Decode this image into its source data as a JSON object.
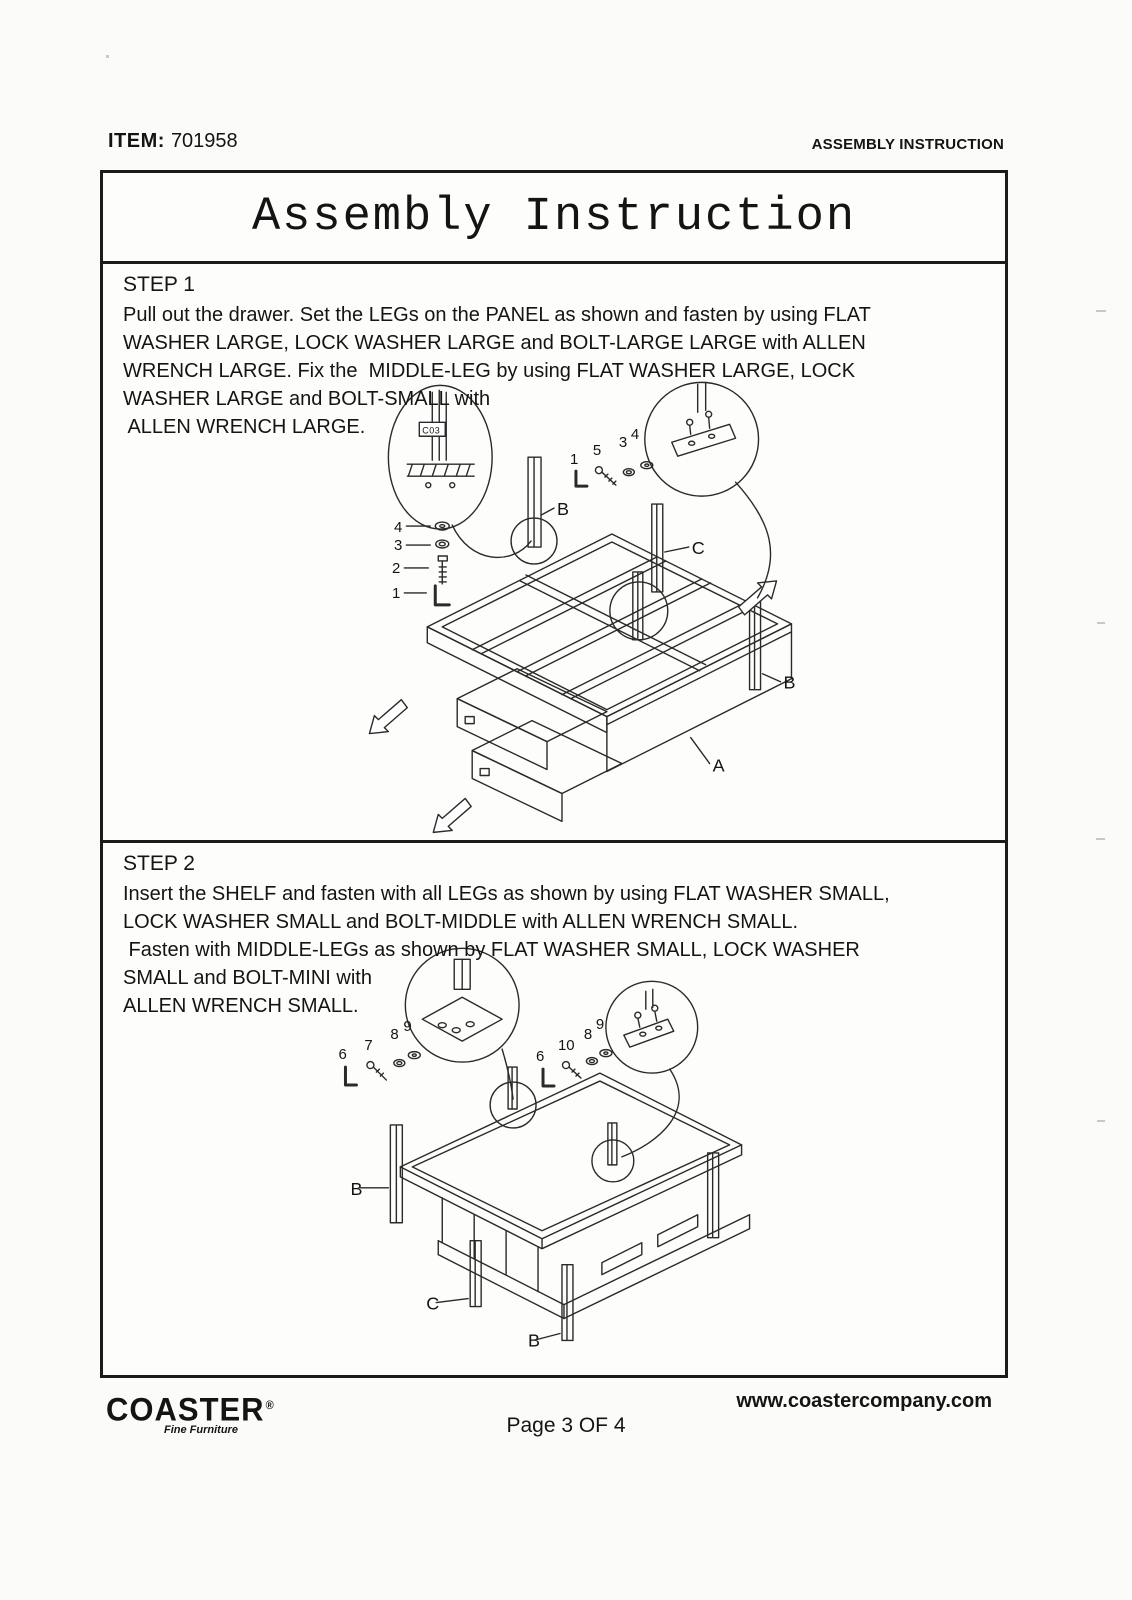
{
  "header": {
    "item_label": "ITEM:",
    "item_value": "701958",
    "doc_type": "ASSEMBLY INSTRUCTION"
  },
  "title": "Assembly Instruction",
  "step1": {
    "heading": "STEP 1",
    "lines": [
      "Pull out the drawer. Set the LEGs on the PANEL as shown and fasten by using FLAT",
      "WASHER LARGE, LOCK WASHER LARGE and BOLT-LARGE LARGE with ALLEN",
      "WRENCH LARGE. Fix the  MIDDLE-LEG by using FLAT WASHER LARGE, LOCK",
      "WASHER LARGE and BOLT-SMALL with",
      " ALLEN WRENCH LARGE."
    ],
    "diagram": {
      "column_numbers": [
        "4",
        "3",
        "2",
        "1"
      ],
      "row_numbers": [
        "1",
        "5",
        "3",
        "4"
      ],
      "callout_label": "C03",
      "labels": [
        "B",
        "C",
        "B",
        "A"
      ]
    }
  },
  "step2": {
    "heading": "STEP 2",
    "lines": [
      "Insert the SHELF and fasten with all LEGs as shown by using FLAT WASHER SMALL,",
      "LOCK WASHER SMALL and BOLT-MIDDLE with ALLEN WRENCH SMALL.",
      " Fasten with MIDDLE-LEGs as shown by FLAT WASHER SMALL, LOCK WASHER",
      "SMALL and BOLT-MINI with",
      "ALLEN WRENCH SMALL."
    ],
    "diagram": {
      "left_numbers": [
        "6",
        "7",
        "8",
        "9"
      ],
      "right_numbers": [
        "6",
        "10",
        "8",
        "9"
      ],
      "labels": [
        "B",
        "C",
        "B"
      ]
    }
  },
  "footer": {
    "brand": "COASTER",
    "brand_mark": "®",
    "brand_tagline": "Fine Furniture",
    "page_indicator": "Page 3 OF 4",
    "website": "www.coastercompany.com"
  }
}
